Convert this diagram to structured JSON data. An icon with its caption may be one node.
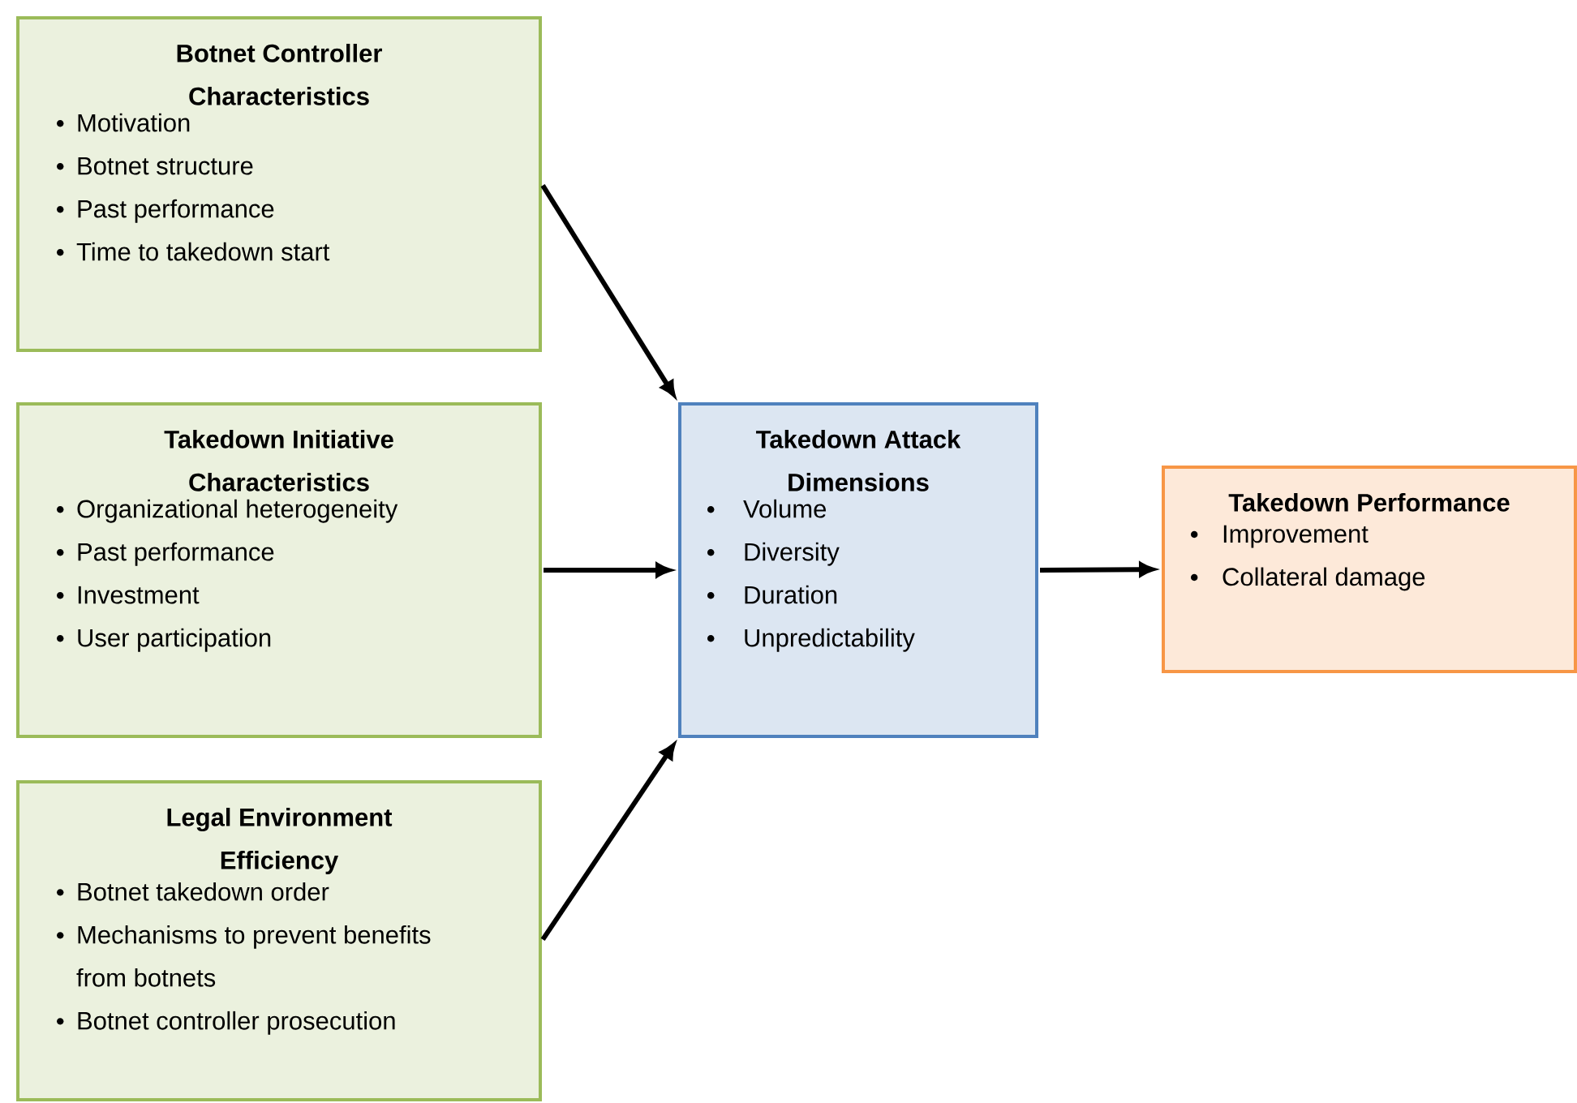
{
  "diagram": {
    "nodes": [
      {
        "text": [
          "Botnet Controller Characteristics",
          "Motivation",
          "Botnet structure",
          "Past performance",
          "Time to takedown start"
        ]
      },
      {
        "text": [
          "Takedown Initiative Characteristics",
          "Organizational heterogeneity",
          "Past performance",
          "Investment",
          "User participation"
        ]
      },
      {
        "text": [
          "Legal Environment Efficiency",
          "Botnet takedown order",
          "Mechanisms to prevent benefits from botnets",
          "Botnet controller prosecution"
        ]
      },
      {
        "text": [
          "Takedown Attack Dimensions",
          "Volume",
          "Diversity",
          "Duration",
          "Unpredictability"
        ]
      },
      {
        "text": [
          "Takedown Performance",
          "Improvement",
          "Collateral damage"
        ]
      }
    ],
    "edges": [
      {
        "from": 0,
        "to": 3,
        "arrow": "to"
      },
      {
        "from": 1,
        "to": 3,
        "arrow": "to"
      },
      {
        "from": 2,
        "to": 3,
        "arrow": "to"
      },
      {
        "from": 3,
        "to": 4,
        "arrow": "to"
      }
    ]
  }
}
